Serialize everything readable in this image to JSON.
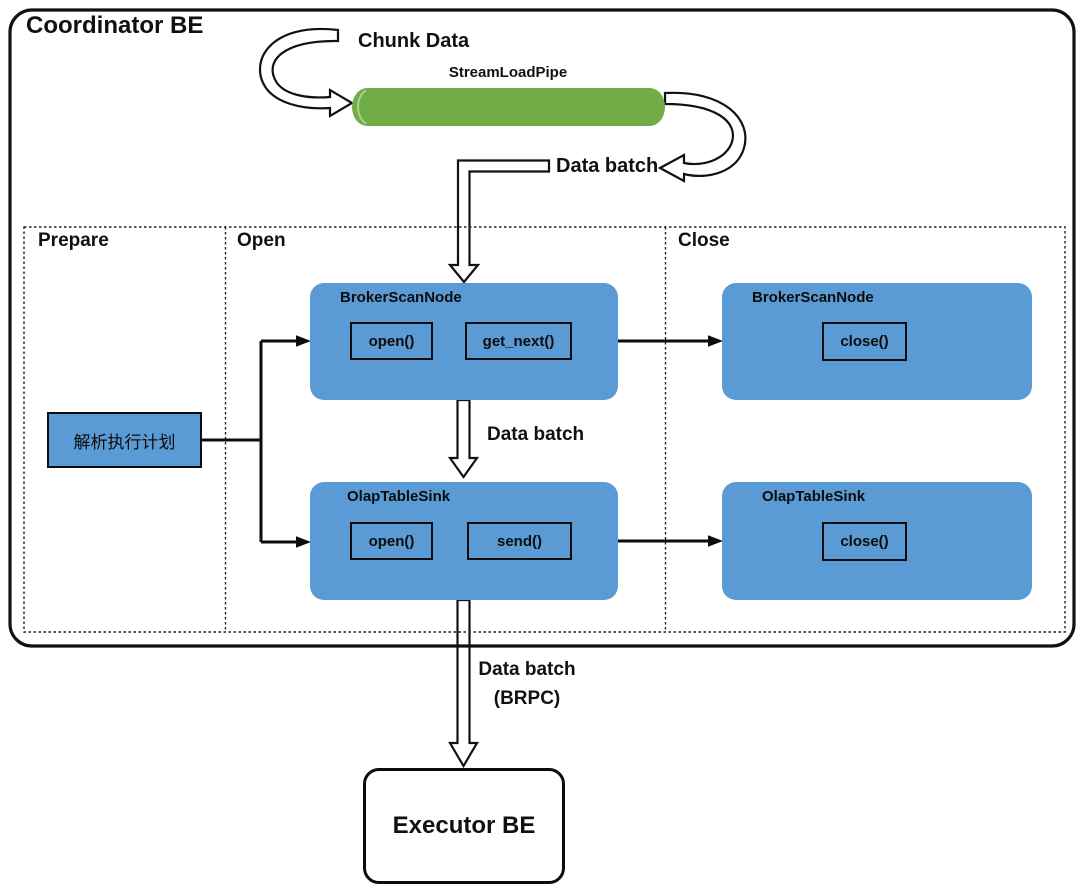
{
  "title": "Coordinator BE",
  "pipe": {
    "label": "StreamLoadPipe"
  },
  "labels": {
    "chunk_data": "Chunk Data",
    "data_batch_pipe": "Data batch",
    "data_batch_mid": "Data batch",
    "brpc_line1": "Data batch",
    "brpc_line2": "(BRPC)"
  },
  "sections": {
    "prepare": {
      "label": "Prepare",
      "plan_box_label": "解析执行计划"
    },
    "open": {
      "label": "Open",
      "broker_scan_node": {
        "title": "BrokerScanNode",
        "methods": [
          "open()",
          "get_next()"
        ]
      },
      "olap_table_sink": {
        "title": "OlapTableSink",
        "methods": [
          "open()",
          "send()"
        ]
      }
    },
    "close": {
      "label": "Close",
      "broker_scan_node": {
        "title": "BrokerScanNode",
        "methods": [
          "close()"
        ]
      },
      "olap_table_sink": {
        "title": "OlapTableSink",
        "methods": [
          "close()"
        ]
      }
    }
  },
  "executor": {
    "label": "Executor BE"
  },
  "colors": {
    "node_blue": "#5B9BD5",
    "pipe_green": "#70AD47",
    "line_black": "#111111"
  }
}
